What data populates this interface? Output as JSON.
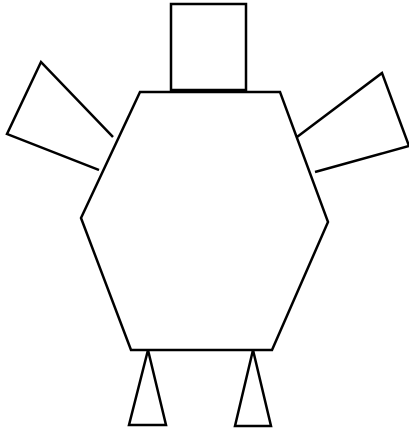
{
  "figure": {
    "description_visible_text": "",
    "stroke_color": "#000000",
    "background_color": "#ffffff",
    "parts": [
      {
        "name": "head-square",
        "shape": "square"
      },
      {
        "name": "body-hexagon",
        "shape": "hexagon"
      },
      {
        "name": "left-arm-triangle",
        "shape": "triangle"
      },
      {
        "name": "right-arm-triangle",
        "shape": "triangle"
      },
      {
        "name": "left-leg-triangle",
        "shape": "triangle"
      },
      {
        "name": "right-leg-triangle",
        "shape": "triangle"
      }
    ]
  }
}
